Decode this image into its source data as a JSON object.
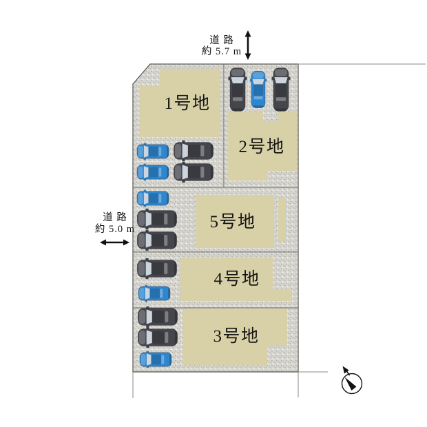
{
  "map": {
    "roads": {
      "top": {
        "name": "道 路",
        "width": "約 5.7 m"
      },
      "left": {
        "name": "道 路",
        "width": "約 5.0 m"
      }
    },
    "lots": {
      "lot1": "1号地",
      "lot2": "2号地",
      "lot3": "3号地",
      "lot4": "4号地",
      "lot5": "5号地"
    },
    "parking": {
      "top_row_cars": [
        "dark",
        "blue",
        "dark"
      ],
      "lot1_cars": [
        "blue",
        "blue",
        "dark",
        "dark"
      ],
      "lot5_cars": [
        "blue",
        "dark",
        "dark"
      ],
      "lot4_cars": [
        "dark",
        "blue"
      ],
      "lot3_cars": [
        "dark",
        "dark",
        "blue"
      ]
    },
    "compass": "north-compass"
  },
  "colors": {
    "ground": "#d8d6d0",
    "footprint": "#d8d0a7",
    "carBlue": "#2e86cf",
    "carDark": "#45464c",
    "glass": "#ccd5dd",
    "line": "#6a6963",
    "border": "#55544f",
    "extline": "#8a8984",
    "text": "#141414"
  }
}
